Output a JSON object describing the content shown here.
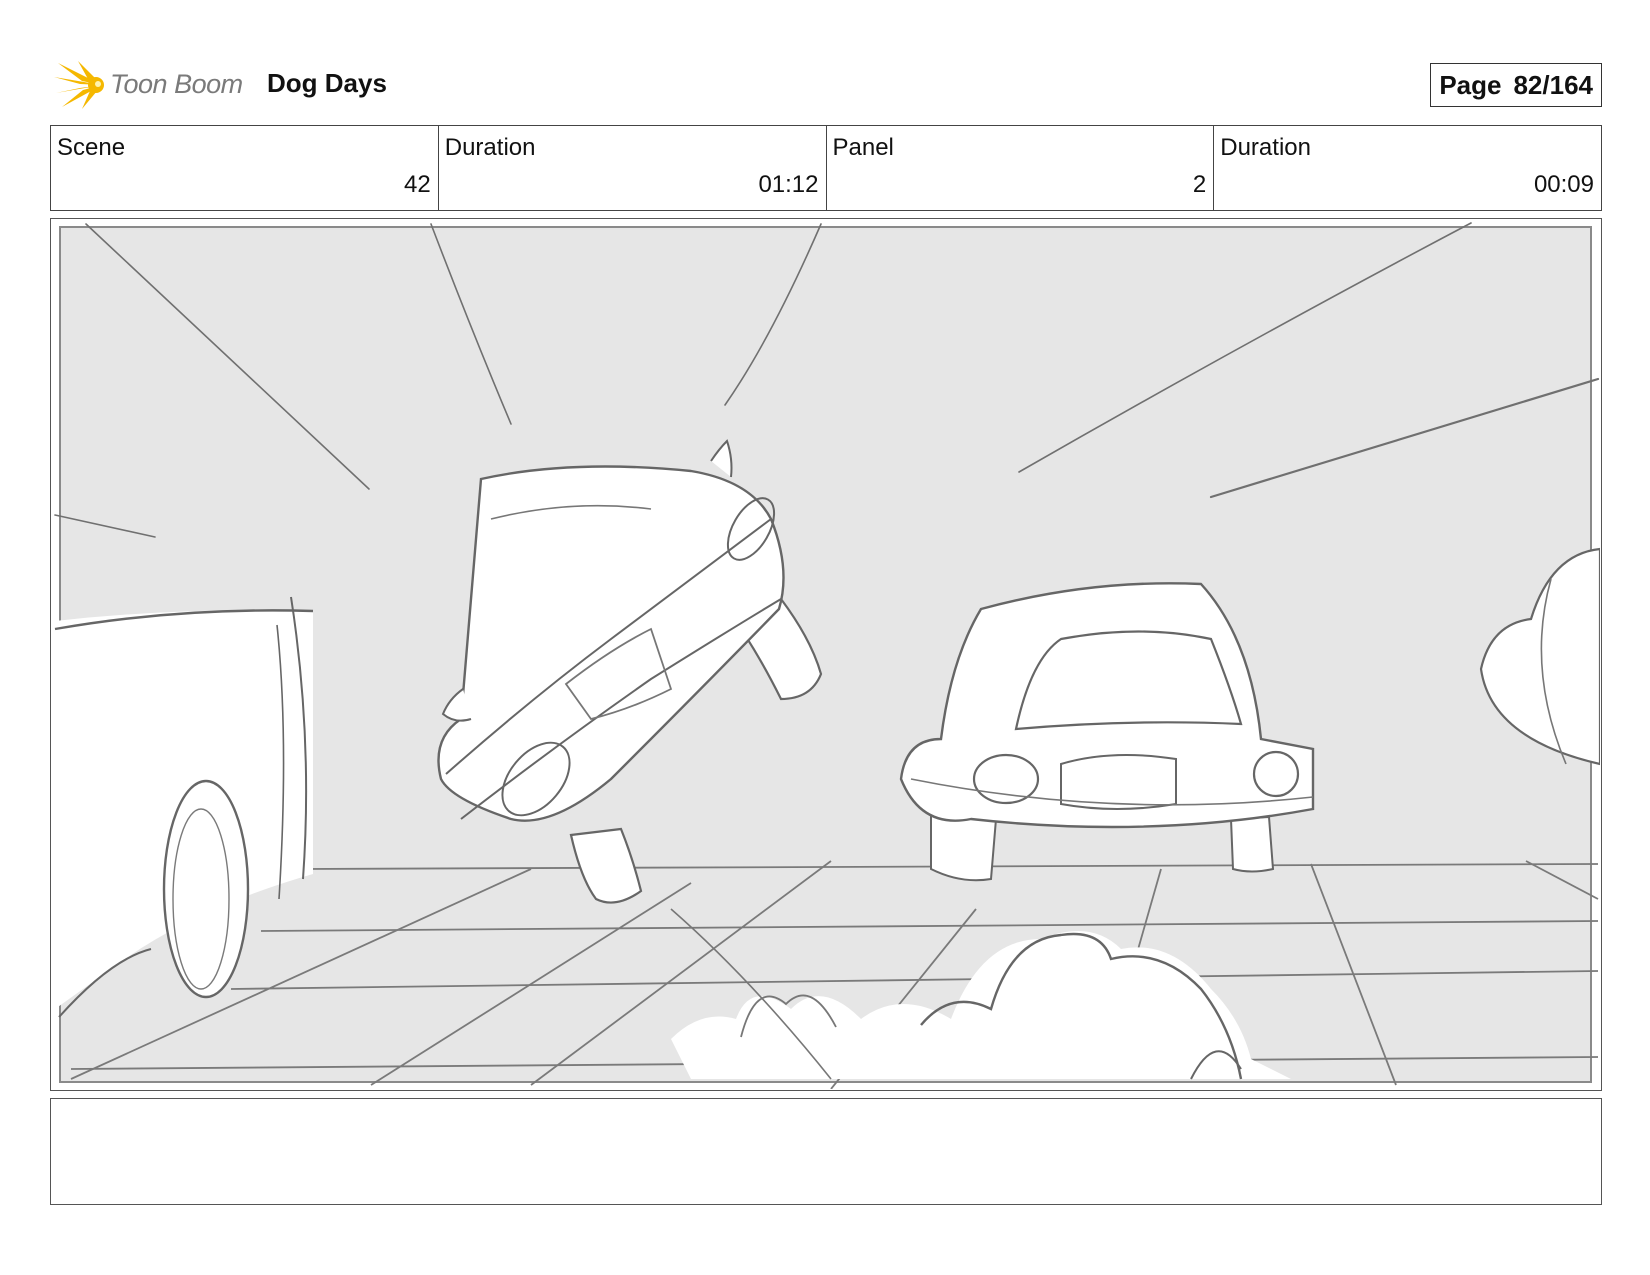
{
  "header": {
    "logo_text": "Toon Boom",
    "project_title": "Dog Days",
    "page_label": "Page",
    "page_value": "82/164"
  },
  "info": {
    "scene_label": "Scene",
    "scene_value": "42",
    "scene_duration_label": "Duration",
    "scene_duration_value": "01:12",
    "panel_label": "Panel",
    "panel_value": "2",
    "panel_duration_label": "Duration",
    "panel_duration_value": "00:09"
  },
  "colors": {
    "logo_yellow": "#f5b800",
    "sketch_bg": "#e6e6e6",
    "sketch_line": "#6e6e6e"
  }
}
